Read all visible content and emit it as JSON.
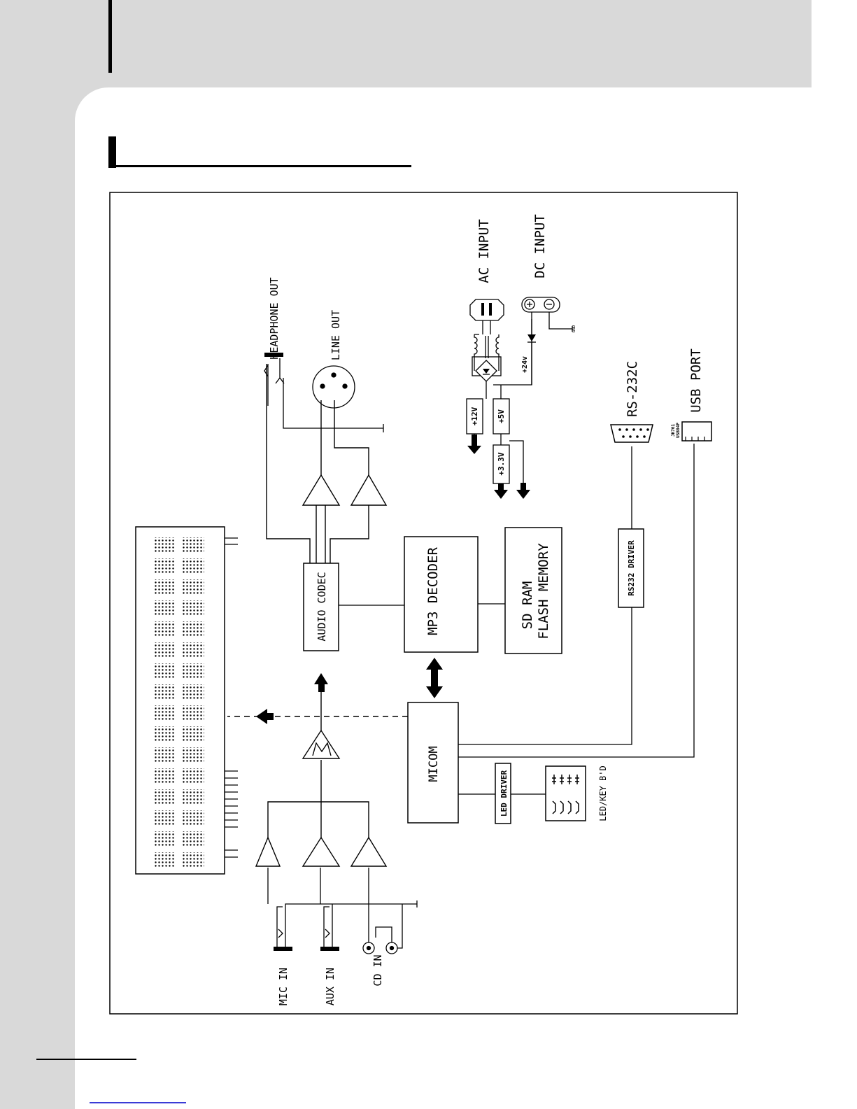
{
  "diagram": {
    "labels": {
      "mic_in": "MIC IN",
      "aux_in": "AUX IN",
      "cd_in": "CD IN",
      "headphone_out": "HEADPHONE OUT",
      "line_out": "LINE OUT",
      "ac_input": "AC INPUT",
      "dc_input": "DC INPUT",
      "rs232c": "RS-232C",
      "usb_port": "USB PORT",
      "audio_codec": "AUDIO CODEC",
      "mp3_decoder": "MP3 DECODER",
      "sd_ram": "SD RAM",
      "flash_memory": "FLASH MEMORY",
      "micom": "MICOM",
      "rs232_driver": "RS232 DRIVER",
      "led_driver": "LED DRIVER",
      "led_key_bd": "LED/KEY B'D",
      "v12": "+12V",
      "v5": "+5V",
      "v33": "+3.3V",
      "v24": "+24v",
      "gnd": "GND",
      "jk701": "JK701",
      "usb_part": "USB04P"
    }
  }
}
